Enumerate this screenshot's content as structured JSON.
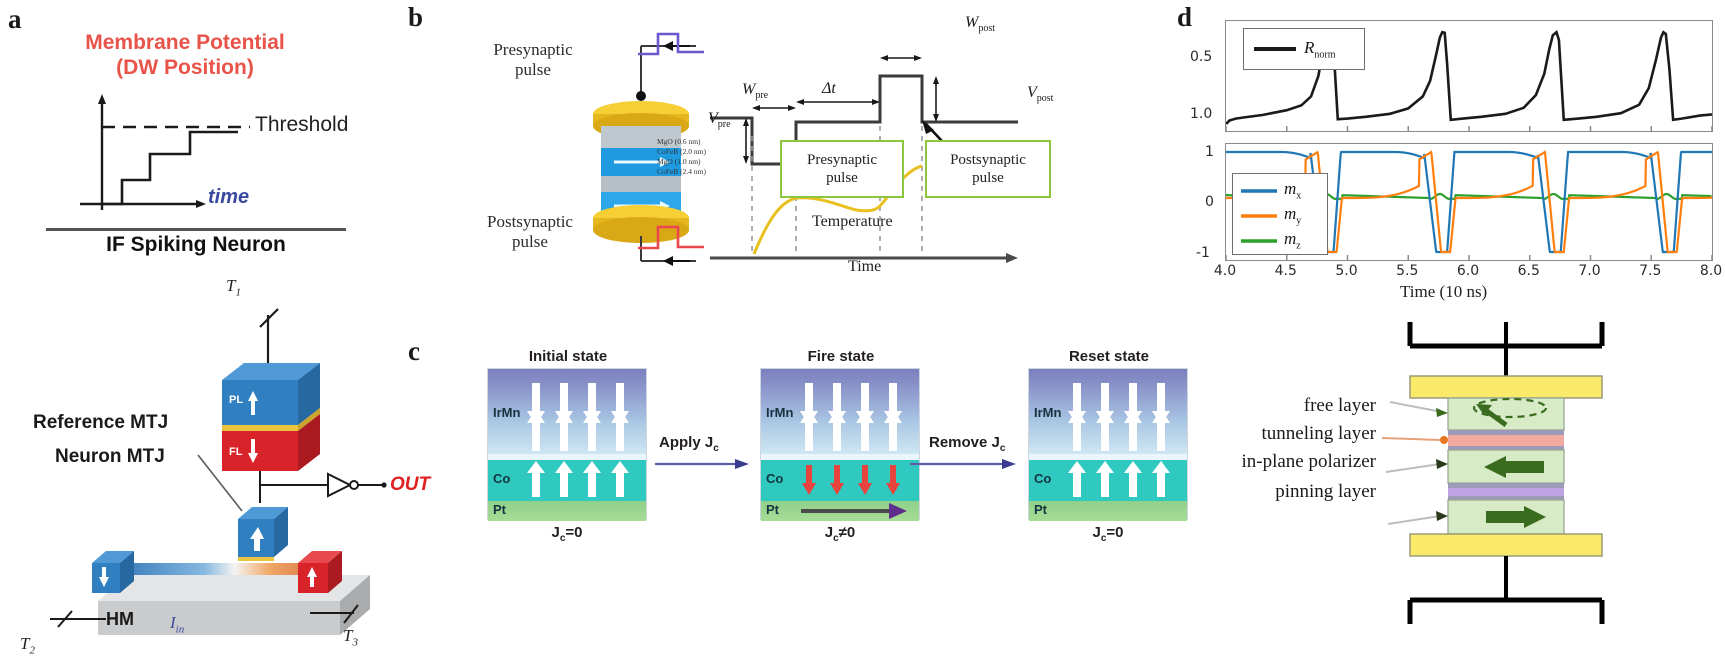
{
  "figure": {
    "panels": [
      "a",
      "b",
      "c",
      "d"
    ]
  },
  "panel_a": {
    "letter": "a",
    "title_line1": "Membrane Potential",
    "title_line2": "(DW Position)",
    "threshold_label": "Threshold",
    "time_label": "time",
    "caption": "IF Spiking Neuron",
    "labels": {
      "reference_mtj": "Reference MTJ",
      "neuron_mtj": "Neuron MTJ",
      "out": "OUT",
      "hm": "HM",
      "pl": "PL",
      "fl": "FL",
      "t1": "T",
      "t1_sub": "1",
      "t2": "T",
      "t2_sub": "2",
      "t3": "T",
      "t3_sub": "3",
      "iin": "I",
      "iin_sub": "in"
    },
    "colors": {
      "title": "#e8534a",
      "time": "#3b4a9e",
      "out": "#e02020",
      "blue_block": "#2f7fc1",
      "red_block": "#d8232a",
      "gray_hm": "#c9cbcd"
    }
  },
  "panel_b": {
    "letter": "b",
    "presynaptic_pulse_label_line1": "Presynaptic",
    "presynaptic_pulse_label_line2": "pulse",
    "postsynaptic_pulse_label_line1": "Postsynaptic",
    "postsynaptic_pulse_label_line2": "pulse",
    "stack_layers": [
      "MgO (0.6 nm)",
      "CoFeB (2.0 nm)",
      "MgO (1.0 nm)",
      "CoFeB (2.4 nm)"
    ],
    "timing": {
      "w_pre": "W",
      "w_pre_sub": "pre",
      "w_post": "W",
      "w_post_sub": "post",
      "delta_t": "Δt",
      "v_pre": "V",
      "v_pre_sub": "pre",
      "v_post": "V",
      "v_post_sub": "post",
      "box_pre_line1": "Presynaptic",
      "box_pre_line2": "pulse",
      "box_post_line1": "Postsynaptic",
      "box_post_line2": "pulse",
      "temperature_label": "Temperature",
      "time_axis_label": "Time"
    },
    "colors": {
      "pre_pulse": "#6a5acd",
      "post_pulse": "#e8474c",
      "green_box_border": "#8cc63f",
      "temperature_curve": "#e8c020",
      "gold": "#f0c020"
    }
  },
  "panel_c": {
    "letter": "c",
    "states": [
      {
        "title": "Initial state",
        "jc": "J",
        "jc_sub": "c",
        "jc_rest": "=0",
        "irmn": "IrMn",
        "co": "Co",
        "pt": "Pt",
        "co_arrow_dir": "up",
        "co_arrow_color": "#ffffff",
        "pt_current": false
      },
      {
        "title": "Fire state",
        "jc": "J",
        "jc_sub": "c",
        "jc_rest": "≠0",
        "irmn": "IrMn",
        "co": "Co",
        "pt": "Pt",
        "co_arrow_dir": "down",
        "co_arrow_color": "#e8433c",
        "pt_current": true
      },
      {
        "title": "Reset state",
        "jc": "J",
        "jc_sub": "c",
        "jc_rest": "=0",
        "irmn": "IrMn",
        "co": "Co",
        "pt": "Pt",
        "co_arrow_dir": "up",
        "co_arrow_color": "#ffffff",
        "pt_current": false
      }
    ],
    "transitions": [
      {
        "label": "Apply J",
        "label_sub": "c"
      },
      {
        "label": "Remove J",
        "label_sub": "c"
      }
    ],
    "colors": {
      "irmn_top": "#7b7fc0",
      "co": "#2fc9c0",
      "pt": "#8fd08a",
      "arrow_red": "#e8433c",
      "transition_arrow": "#5b5ea6"
    }
  },
  "panel_d": {
    "letter": "d",
    "chart_data": [
      {
        "type": "line",
        "title": "",
        "xlabel": "",
        "ylabel": "",
        "ylim": [
          1.0,
          0.2
        ],
        "yticks": [
          0.5,
          1.0
        ],
        "ytick_labels": [
          "0.5",
          "1.0"
        ],
        "y_inverted": true,
        "xlim": [
          4.0,
          8.0
        ],
        "xticks": [
          4.0,
          4.5,
          5.0,
          5.5,
          6.0,
          6.5,
          7.0,
          7.5,
          8.0
        ],
        "legend": [
          {
            "name": "R",
            "sub": "norm",
            "color": "#1a1a1a"
          }
        ],
        "legend_position": "upper left",
        "grid": false,
        "series": [
          {
            "name": "R_norm",
            "color": "#1a1a1a",
            "description": "Sawtooth-like relaxation oscillation: slow charge from 1.0 up to ~0.25 then abrupt reset back to ~1.0, period ~0.92",
            "x": [
              4.0,
              4.03,
              4.08,
              4.15,
              4.3,
              4.5,
              4.62,
              4.7,
              4.76,
              4.8,
              4.83,
              4.86,
              4.87,
              4.89,
              4.92,
              5.0,
              5.15,
              5.35,
              5.5,
              5.62,
              5.68,
              5.73,
              5.76,
              5.78,
              5.8,
              5.82,
              5.85,
              5.95,
              6.1,
              6.3,
              6.45,
              6.55,
              6.62,
              6.66,
              6.69,
              6.72,
              6.74,
              6.78,
              6.9,
              7.05,
              7.25,
              7.4,
              7.48,
              7.54,
              7.58,
              7.6,
              7.62,
              7.65,
              7.68,
              7.75,
              7.9,
              8.0
            ],
            "y": [
              1.0,
              0.97,
              0.955,
              0.945,
              0.925,
              0.885,
              0.845,
              0.77,
              0.6,
              0.38,
              0.25,
              0.23,
              0.235,
              0.45,
              0.96,
              0.955,
              0.94,
              0.915,
              0.87,
              0.77,
              0.64,
              0.42,
              0.28,
              0.235,
              0.24,
              0.5,
              0.965,
              0.955,
              0.94,
              0.915,
              0.865,
              0.76,
              0.58,
              0.38,
              0.26,
              0.235,
              0.3,
              0.965,
              0.955,
              0.94,
              0.91,
              0.84,
              0.7,
              0.46,
              0.28,
              0.235,
              0.25,
              0.55,
              0.965,
              0.955,
              0.93,
              0.92
            ]
          }
        ]
      },
      {
        "type": "line",
        "title": "",
        "xlabel": "Time (10 ns)",
        "ylabel": "",
        "ylim": [
          -1,
          1
        ],
        "yticks": [
          -1,
          0,
          1
        ],
        "ytick_labels": [
          "-1",
          "0",
          "1"
        ],
        "xlim": [
          4.0,
          8.0
        ],
        "xticks": [
          4.0,
          4.5,
          5.0,
          5.5,
          6.0,
          6.5,
          7.0,
          7.5,
          8.0
        ],
        "xtick_labels": [
          "4.0",
          "4.5",
          "5.0",
          "5.5",
          "6.0",
          "6.5",
          "7.0",
          "7.5",
          "8.0"
        ],
        "legend": [
          {
            "name": "m",
            "sub": "x",
            "color": "#1f77b4"
          },
          {
            "name": "m",
            "sub": "y",
            "color": "#ff7f0e"
          },
          {
            "name": "m",
            "sub": "z",
            "color": "#2ca02c"
          }
        ],
        "legend_position": "lower left",
        "grid": false,
        "series": [
          {
            "name": "m_x",
            "color": "#1f77b4",
            "description": "Stays near +1, dips sharply to -1 at each switching event (~4.85, 5.78, 6.72, 7.65) then recovers to +1"
          },
          {
            "name": "m_y",
            "color": "#ff7f0e",
            "description": "Rises from ~0.1 to peak ~+1 just before each switching event then plunges to -1 and returns to ~0.1"
          },
          {
            "name": "m_z",
            "color": "#2ca02c",
            "description": "Small positive value ~0.08-0.15, nearly flat with small bumps at switching events"
          }
        ]
      }
    ],
    "device": {
      "labels": [
        "free layer",
        "tunneling layer",
        "in-plane polarizer",
        "pinning layer"
      ],
      "colors": {
        "electrode": "#fbe96a",
        "body": "#d4e8c4",
        "tunneling": "#f2a9a0",
        "polarizer_divider": "#b9a0e0",
        "arrow": "#3a6b1e"
      }
    }
  }
}
